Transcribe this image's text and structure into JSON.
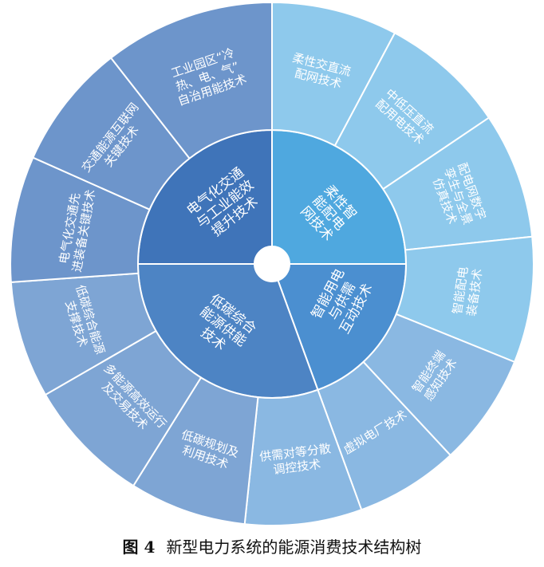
{
  "diagram": {
    "inner_ring": [
      {
        "label": [
          "电气化交通",
          "与工业能效",
          "提升技术"
        ],
        "color": "#3f74b9"
      },
      {
        "label": [
          "柔性智",
          "能配电",
          "网技术"
        ],
        "color": "#4fa8df"
      },
      {
        "label": [
          "智能用电",
          "与供需",
          "互动技术"
        ],
        "color": "#4b8fd0"
      },
      {
        "label": [
          "低碳综合",
          "能源供能",
          "技术"
        ],
        "color": "#4d84c4"
      }
    ],
    "outer_ring": [
      {
        "label": [
          "柔性交直流",
          "配网技术"
        ],
        "color": "#8ec9ec"
      },
      {
        "label": [
          "中低压直流",
          "配用电技术"
        ],
        "color": "#8ec9ec"
      },
      {
        "label": [
          "配电网数字",
          "孪生与全景",
          "仿真技术"
        ],
        "color": "#8ec9ec"
      },
      {
        "label": [
          "智能配电",
          "装备技术"
        ],
        "color": "#8ec9ec"
      },
      {
        "label": [
          "智能终端",
          "感知技术"
        ],
        "color": "#8ab8e2"
      },
      {
        "label": [
          "虚拟电厂技术"
        ],
        "color": "#8ab8e2"
      },
      {
        "label": [
          "供需对等分散",
          "调控技术"
        ],
        "color": "#8ab8e2"
      },
      {
        "label": [
          "低碳规划及",
          "利用技术"
        ],
        "color": "#7ea5d4"
      },
      {
        "label": [
          "多能源高效运行",
          "及交易技术"
        ],
        "color": "#7ea5d4"
      },
      {
        "label": [
          "低碳综合能源",
          "支撑技术"
        ],
        "color": "#7ea5d4"
      },
      {
        "label": [
          "电气化交通先",
          "进装备关键技术"
        ],
        "color": "#6d95cb"
      },
      {
        "label": [
          "交通能源互联网",
          "关键技术"
        ],
        "color": "#6d95cb"
      },
      {
        "label": [
          "工业园区“冷",
          "热、电、气”",
          "自治用能技术"
        ],
        "color": "#6d95cb"
      }
    ],
    "center_color": "#ffffff",
    "separator_color": "#ffffff"
  },
  "caption": {
    "figure_number": "图 4",
    "title": "新型电力系统的能源消费技术结构树"
  }
}
